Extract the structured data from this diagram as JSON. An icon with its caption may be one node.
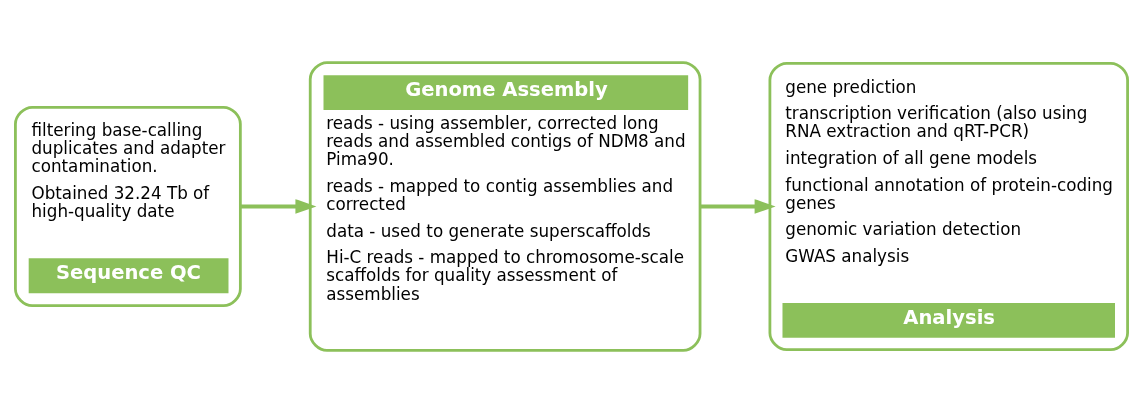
{
  "diagram": {
    "nodes": [
      {
        "text": [
          "filtering base-calling duplicates and adapter contamination.",
          "Obtained 32.24 Tb of high-quality date",
          "Sequence QC"
        ]
      },
      {
        "text": [
          "Genome Assembly",
          "reads - using assembler, corrected long reads and assembled contigs of NDM8 and Pima90.",
          "reads - mapped to contig assemblies and corrected",
          "data - used to generate superscaffolds",
          "Hi-C reads - mapped to chromosome-scale scaffolds for quality assessment of assemblies"
        ]
      },
      {
        "text": [
          "gene prediction",
          "transcription verification (also using RNA extraction and qRT-PCR)",
          "integration of all gene models",
          "functional annotation of protein-coding genes",
          "genomic variation detection",
          "GWAS analysis",
          "Analysis"
        ]
      }
    ],
    "edges": [
      {
        "from": 0,
        "to": 1,
        "arrow": "to"
      },
      {
        "from": 1,
        "to": 2,
        "arrow": "to"
      }
    ]
  }
}
